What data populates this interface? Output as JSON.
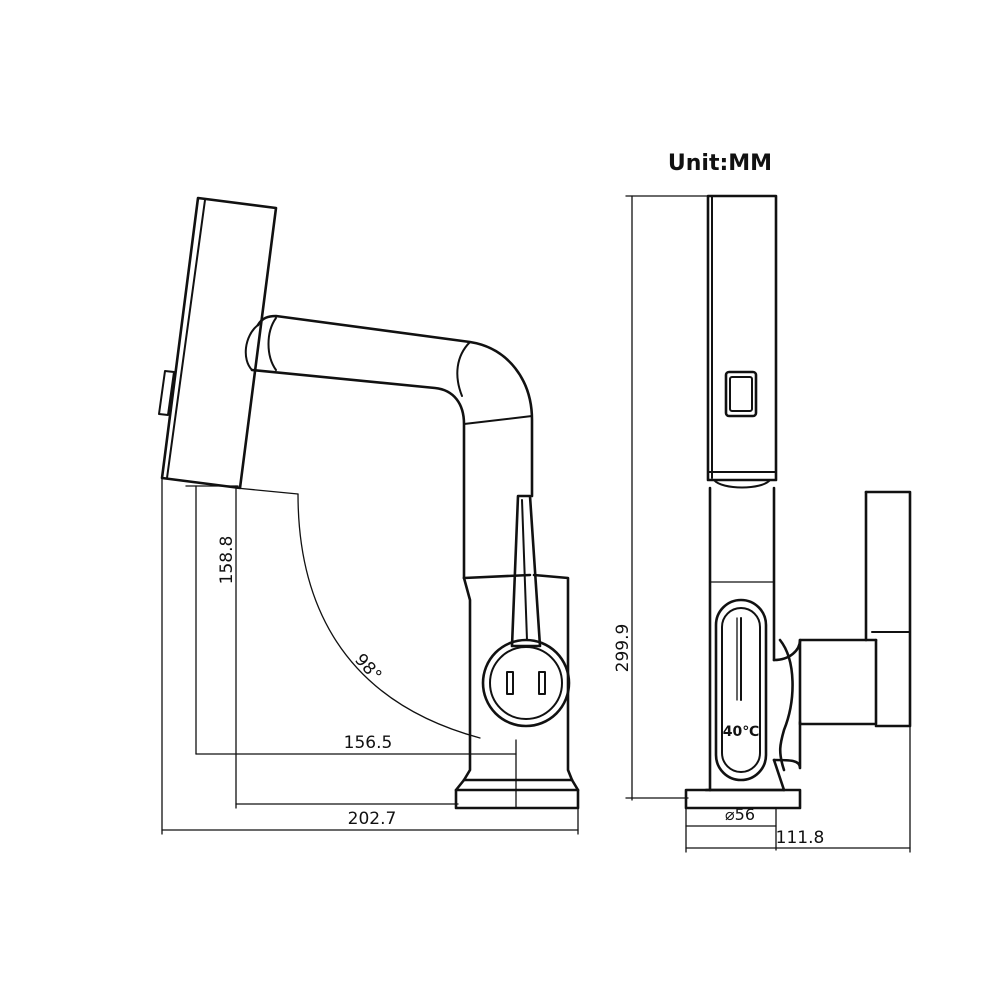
{
  "title": "Unit:MM",
  "side_view": {
    "spout_height": "158.8",
    "rotation_angle": "98°",
    "reach_inner": "156.5",
    "overall_depth": "202.7"
  },
  "front_view": {
    "overall_height": "299.9",
    "base_diameter": "⌀56",
    "overall_width": "111.8",
    "display_temperature": "40℃"
  },
  "colors": {
    "ink": "#111111",
    "background": "#ffffff"
  }
}
